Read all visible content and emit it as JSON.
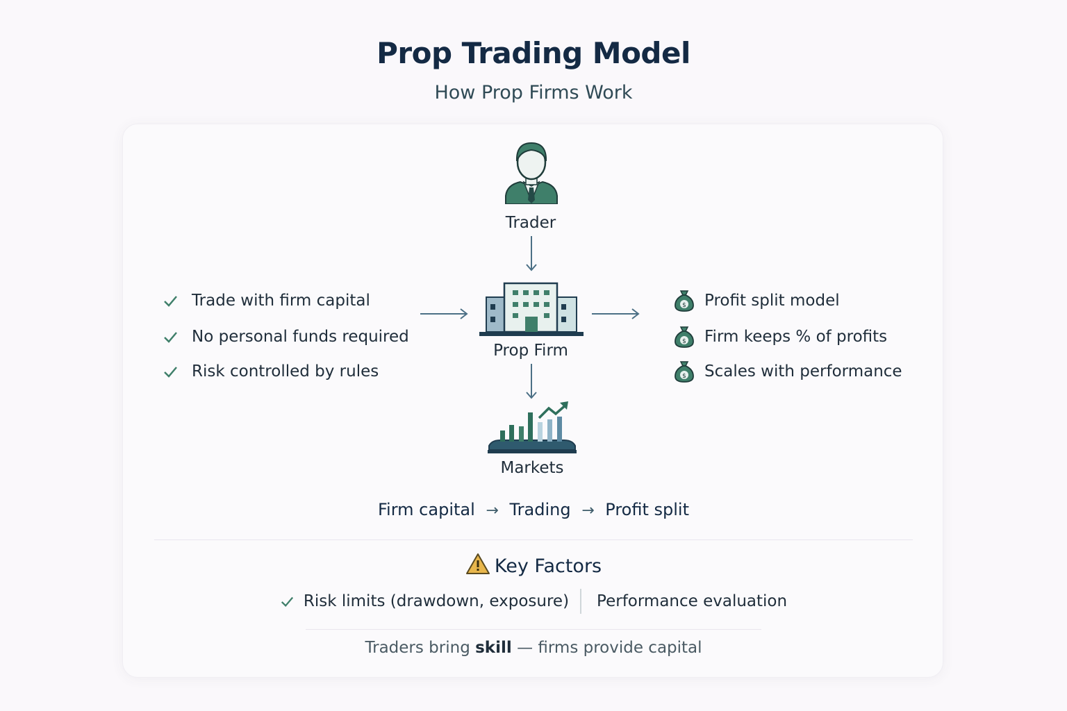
{
  "header": {
    "title": "Prop Trading Model",
    "subtitle": "How Prop Firms Work"
  },
  "diagram": {
    "nodes": {
      "trader": "Trader",
      "firm": "Prop Firm",
      "markets": "Markets"
    },
    "left_list": [
      "Trade with firm capital",
      "No personal funds required",
      "Risk controlled by rules"
    ],
    "right_list": [
      "Profit split model",
      "Firm keeps % of profits",
      "Scales with performance"
    ],
    "flow": [
      "Firm capital",
      "Trading",
      "Profit split"
    ],
    "flow_arrow": "→"
  },
  "key_factors": {
    "title": "Key Factors",
    "items": [
      "Risk limits (drawdown, exposure)",
      "Performance evaluation"
    ]
  },
  "footer": {
    "part1": "Traders bring",
    "bold": "skill",
    "part2": "— firms provide capital"
  },
  "colors": {
    "accent_green": "#3f7f6a",
    "navy": "#142a44",
    "slate": "#4b6f85",
    "warning": "#e8b64c"
  },
  "icons": {
    "trader": "person-suit-icon",
    "firm": "office-building-icon",
    "markets": "bar-chart-growth-icon",
    "check": "check-icon",
    "money": "money-bag-icon",
    "warning": "warning-icon"
  }
}
